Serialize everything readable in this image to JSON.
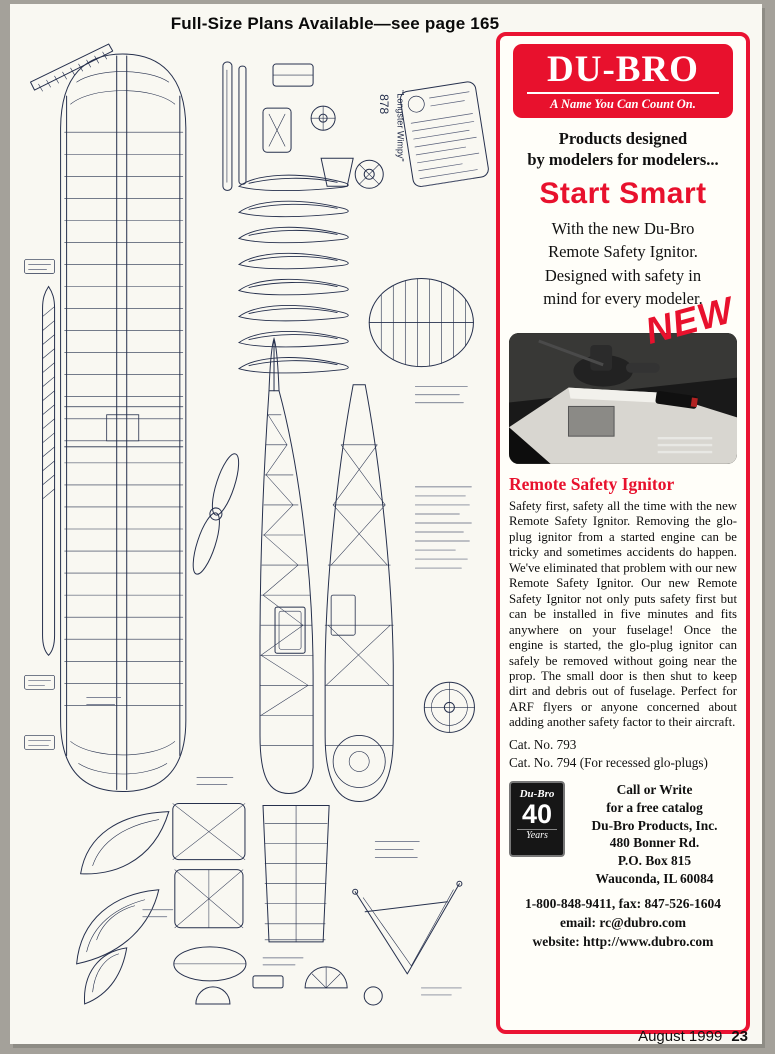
{
  "page": {
    "header": "Full-Size Plans Available—see page 165",
    "footer": {
      "issue": "August 1999",
      "page_number": "23"
    }
  },
  "plan": {
    "plan_number": "878",
    "plan_title": "\"Longster Wimpy\""
  },
  "ad": {
    "colors": {
      "brand_red": "#e8112d"
    },
    "logo": {
      "brand": "DU-BRO",
      "tagline": "A Name You Can Count On."
    },
    "intro_line1": "Products designed",
    "intro_line2": "by modelers for modelers...",
    "headline": "Start Smart",
    "subhead": "With the new Du-Bro Remote Safety Ignitor. Designed with safety in mind for every modeler.",
    "new_badge": "NEW",
    "product_heading": "Remote Safety Ignitor",
    "body": "Safety first, safety all the time with the new Remote Safety Ignitor.  Removing the glo-plug ignitor from a started engine can be tricky and sometimes accidents do happen.  We've eliminated that problem with our new Remote Safety Ignitor. Our new Remote Safety Ignitor not only puts safety first but can be installed in five minutes and fits anywhere on your fuselage!  Once the engine is started, the glo-plug ignitor can safely be removed without going near the prop.  The small door is then shut to keep dirt and debris out of fuselage.  Perfect for ARF flyers or anyone concerned about adding another safety factor to their aircraft.",
    "cat_no_1": "Cat. No. 793",
    "cat_no_2": "Cat. No. 794 (For recessed glo-plugs)",
    "logo_small": {
      "brand": "Du-Bro",
      "number": "40",
      "label": "Years"
    },
    "contact_lines": [
      "Call or Write",
      "for a free catalog",
      "Du-Bro Products, Inc.",
      "480 Bonner Rd.",
      "P.O. Box 815",
      "Wauconda, IL 60084"
    ],
    "phone": "1-800-848-9411, fax:  847-526-1604",
    "email": "email:  rc@dubro.com",
    "website": "website:  http://www.dubro.com"
  }
}
